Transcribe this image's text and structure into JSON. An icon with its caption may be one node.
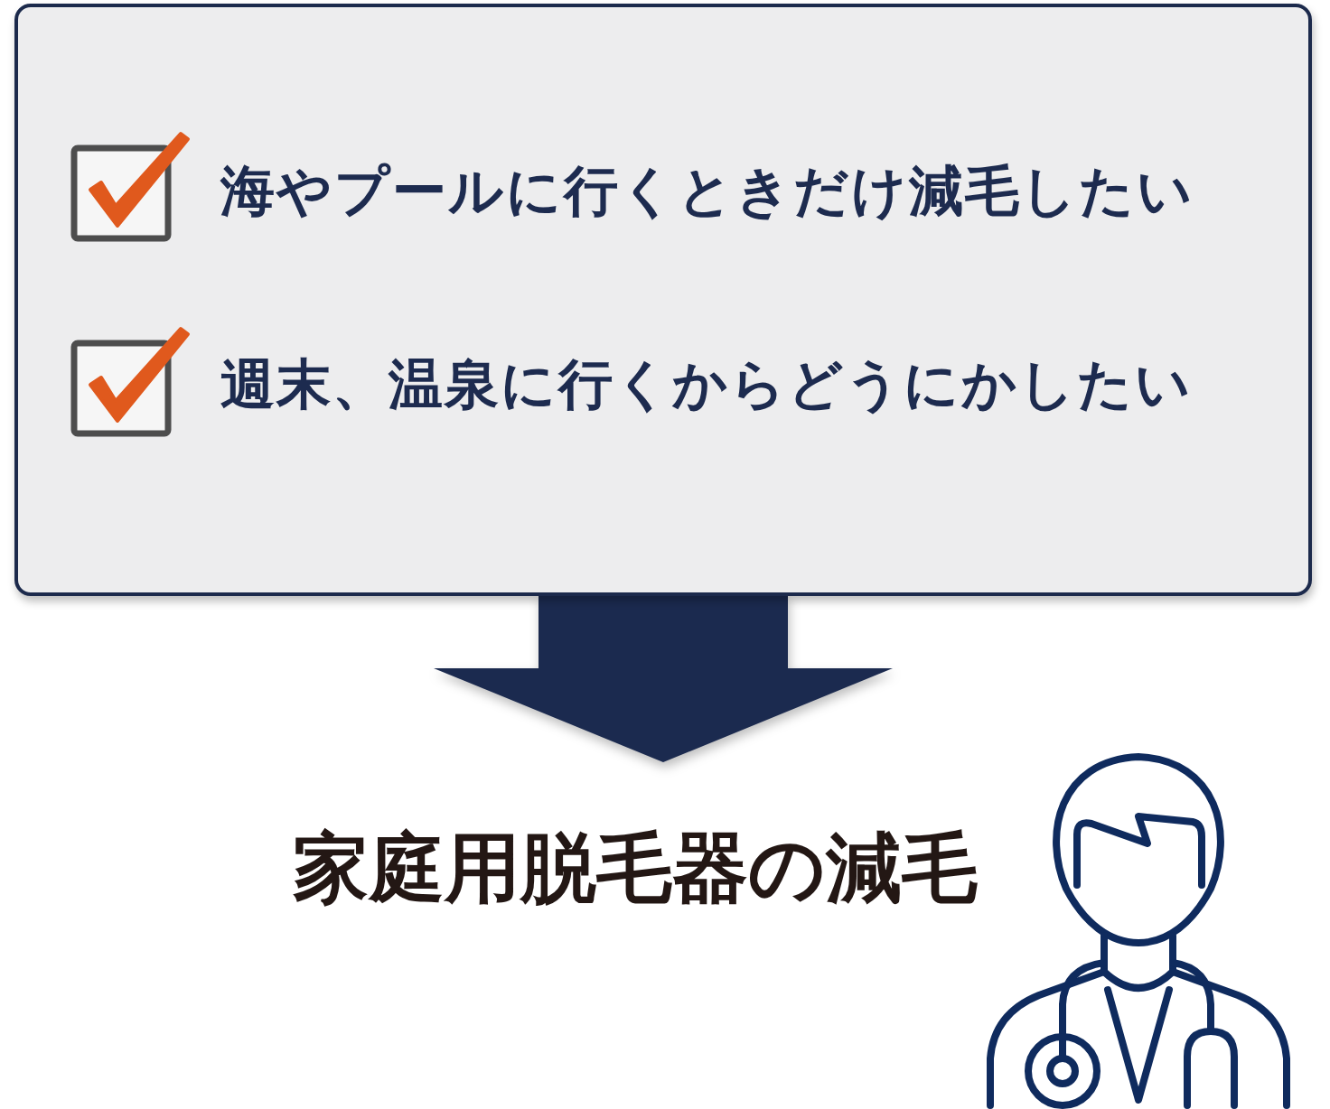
{
  "diagram": {
    "nodes": [
      {
        "text": [
          "海やプールに行くときだけ減毛したい",
          "週末、温泉に行くからどうにかしたい"
        ]
      },
      {
        "text": [
          "家庭用脱毛器の減毛"
        ]
      }
    ],
    "edges": [
      {
        "from": 0,
        "to": 1,
        "arrow": "to"
      }
    ]
  }
}
